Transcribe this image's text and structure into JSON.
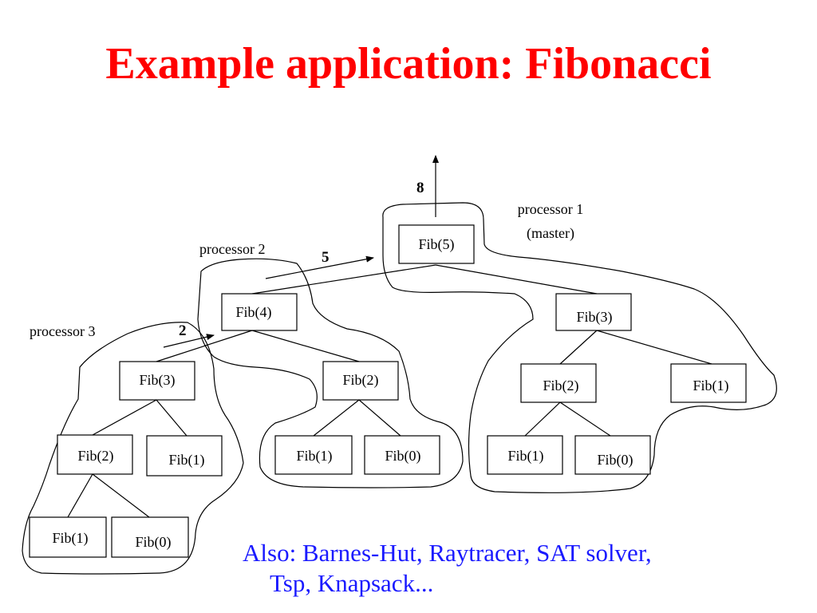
{
  "title": "Example application: Fibonacci",
  "nodes": {
    "fib5": "Fib(5)",
    "fib4": "Fib(4)",
    "fib3_right": "Fib(3)",
    "fib3_left": "Fib(3)",
    "fib2_mid": "Fib(2)",
    "fib2_right": "Fib(2)",
    "fib1_right": "Fib(1)",
    "fib2_left": "Fib(2)",
    "fib1_left": "Fib(1)",
    "fib1_mid": "Fib(1)",
    "fib0_mid": "Fib(0)",
    "fib1_rbottom": "Fib(1)",
    "fib0_rbottom": "Fib(0)",
    "fib1_bottom": "Fib(1)",
    "fib0_bottom": "Fib(0)"
  },
  "processors": {
    "p1_line1": "processor 1",
    "p1_line2": "(master)",
    "p2": "processor 2",
    "p3": "processor 3"
  },
  "results": {
    "r8": "8",
    "r5": "5",
    "r2": "2"
  },
  "footer": {
    "line1": "Also: Barnes-Hut, Raytracer, SAT solver,",
    "line2": "Tsp, Knapsack..."
  },
  "colors": {
    "title": "#ff0000",
    "footer": "#1a1aff"
  }
}
